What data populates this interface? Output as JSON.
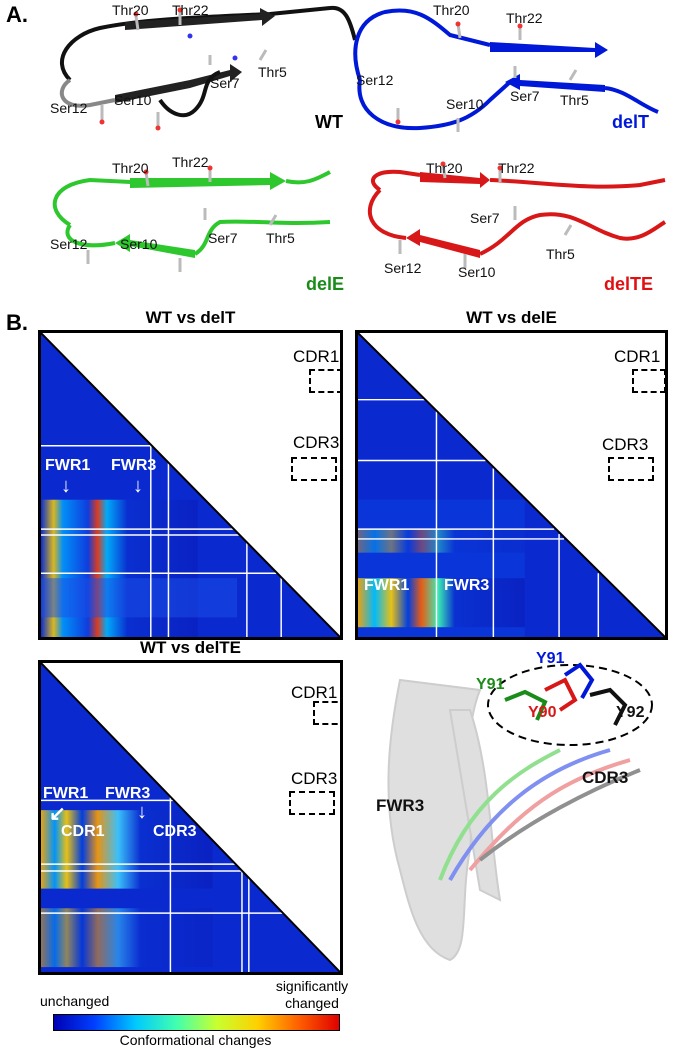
{
  "panel_a": {
    "letter": "A.",
    "structures": [
      {
        "name": "WT",
        "color": "#000000",
        "residues": [
          "Thr20",
          "Thr22",
          "Ser7",
          "Thr5",
          "Ser12",
          "Ser10"
        ]
      },
      {
        "name": "delT",
        "color": "#0018d8",
        "residues": [
          "Thr20",
          "Thr22",
          "Ser7",
          "Thr5",
          "Ser12",
          "Ser10"
        ]
      },
      {
        "name": "delE",
        "color": "#1a8c1a",
        "residues": [
          "Thr20",
          "Thr22",
          "Ser7",
          "Thr5",
          "Ser12",
          "Ser10"
        ]
      },
      {
        "name": "delTE",
        "color": "#e01010",
        "residues": [
          "Thr20",
          "Thr22",
          "Ser7",
          "Thr5",
          "Ser12",
          "Ser10"
        ]
      }
    ]
  },
  "panel_b": {
    "letter": "B.",
    "maps": [
      {
        "title": "WT vs delT",
        "cdr1": "CDR1",
        "cdr3": "CDR3",
        "fwr1": "FWR1",
        "fwr3": "FWR3"
      },
      {
        "title": "WT vs delE",
        "cdr1": "CDR1",
        "cdr3": "CDR3",
        "fwr1": "FWR1",
        "fwr3": "FWR3"
      },
      {
        "title": "WT vs delTE",
        "cdr1": "CDR1",
        "cdr3": "CDR3",
        "fwr1": "FWR1",
        "fwr3": "FWR3",
        "cdr1_low": "CDR1",
        "cdr3_low": "CDR3"
      }
    ],
    "overlay": {
      "fwr3": "FWR3",
      "cdr3": "CDR3",
      "y91_blue": "Y91",
      "y91_green": "Y91",
      "y90": "Y90",
      "y92": "Y92"
    },
    "legend": {
      "low": "unchanged",
      "high_line1": "significantly",
      "high_line2": "changed",
      "caption": "Conformational changes"
    }
  }
}
